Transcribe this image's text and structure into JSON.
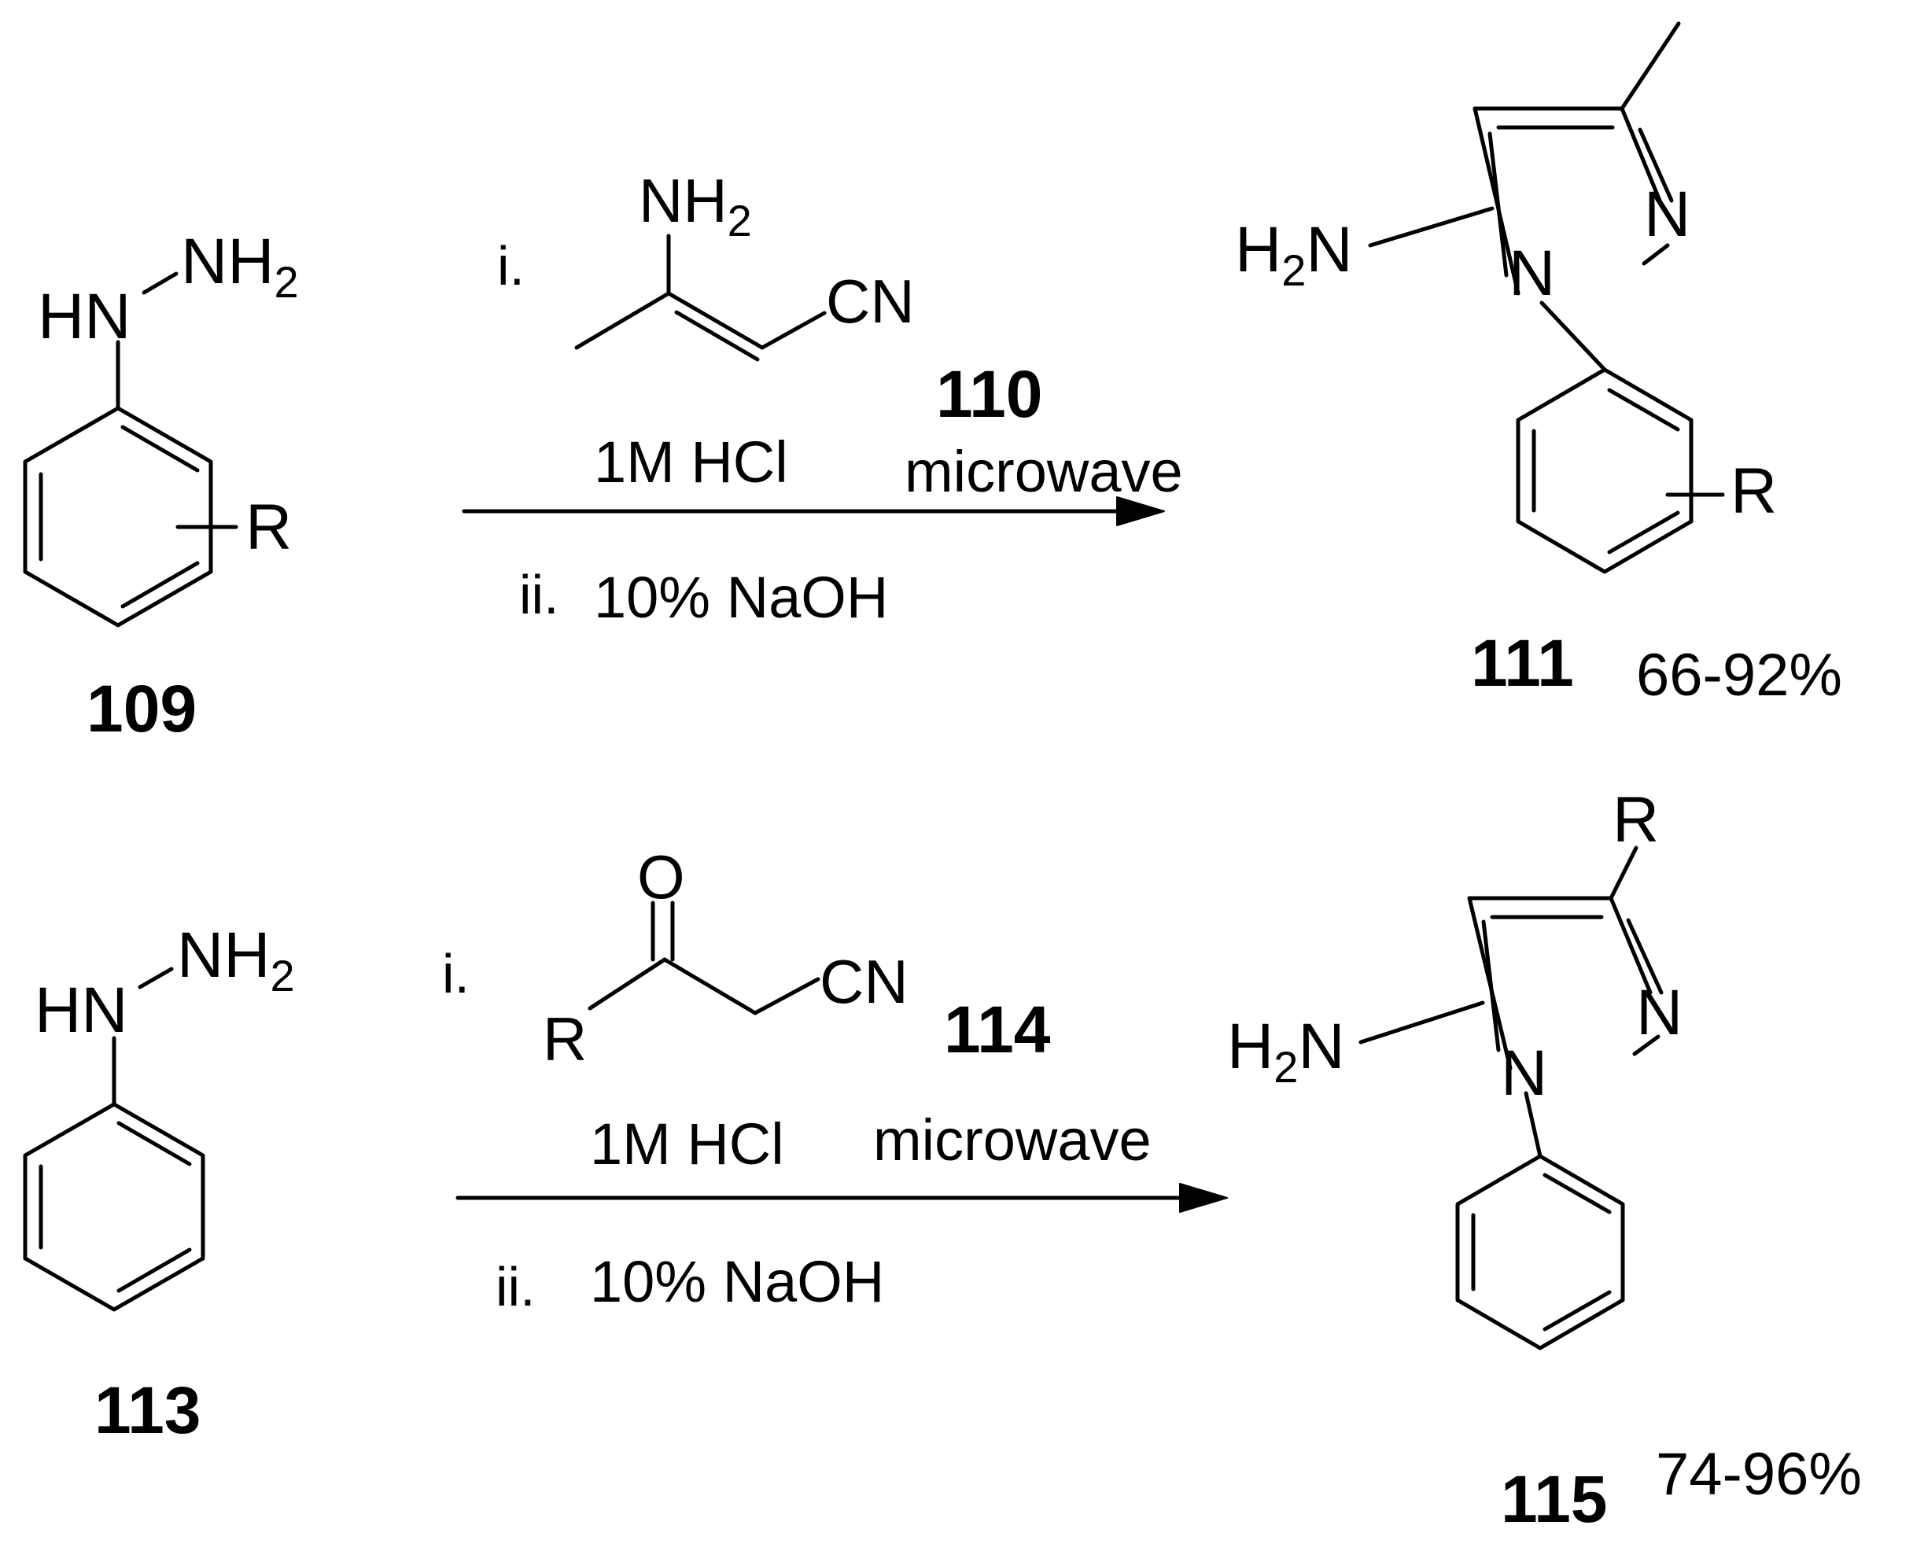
{
  "scheme_1": {
    "reactant": {
      "groups": {
        "hn": "HN",
        "nh": "NH",
        "h2_sub": "2",
        "r": "R"
      },
      "compound_number": "109"
    },
    "reagent": {
      "groups": {
        "nh": "NH",
        "h2_sub": "2",
        "cn": "CN"
      },
      "compound_number": "110"
    },
    "conditions": {
      "step_i": "i.",
      "step_ii": "ii.",
      "acid": "1M HCl",
      "heating": "microwave",
      "base": "10% NaOH"
    },
    "product": {
      "groups": {
        "h": "H",
        "h2_sub": "2",
        "n_amine": "N",
        "n1": "N",
        "n2": "N",
        "r": "R"
      },
      "compound_number": "111",
      "yield": "66-92%"
    }
  },
  "scheme_2": {
    "reactant": {
      "groups": {
        "hn": "HN",
        "nh": "NH",
        "h2_sub": "2"
      },
      "compound_number": "113"
    },
    "reagent": {
      "groups": {
        "o": "O",
        "r": "R",
        "cn": "CN"
      },
      "compound_number": "114"
    },
    "conditions": {
      "step_i": "i.",
      "step_ii": "ii.",
      "acid": "1M HCl",
      "heating": "microwave",
      "base": "10% NaOH"
    },
    "product": {
      "groups": {
        "h": "H",
        "h2_sub": "2",
        "n_amine": "N",
        "n1": "N",
        "n2": "N",
        "r": "R"
      },
      "compound_number": "115",
      "yield": "74-96%"
    }
  }
}
